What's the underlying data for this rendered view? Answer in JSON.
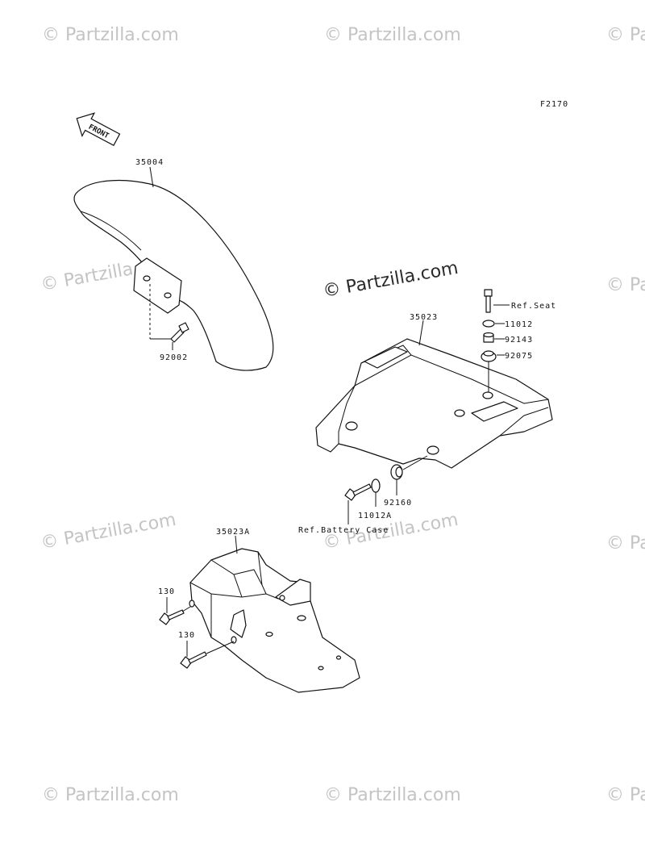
{
  "diagram": {
    "figure_code": "F2170",
    "front_arrow_label": "FRONT",
    "watermarks": {
      "center": "© Partzilla.com",
      "faint": "© Partzilla.com"
    },
    "part_labels": {
      "p35004": "35004",
      "p92002": "92002",
      "p35023": "35023",
      "p_ref_seat": "Ref.Seat",
      "p11012": "11012",
      "p92143": "92143",
      "p92075": "92075",
      "p92160": "92160",
      "p11012a": "11012A",
      "p_ref_battery": "Ref.Battery Case",
      "p35023a": "35023A",
      "p130_top": "130",
      "p130_bottom": "130"
    }
  }
}
